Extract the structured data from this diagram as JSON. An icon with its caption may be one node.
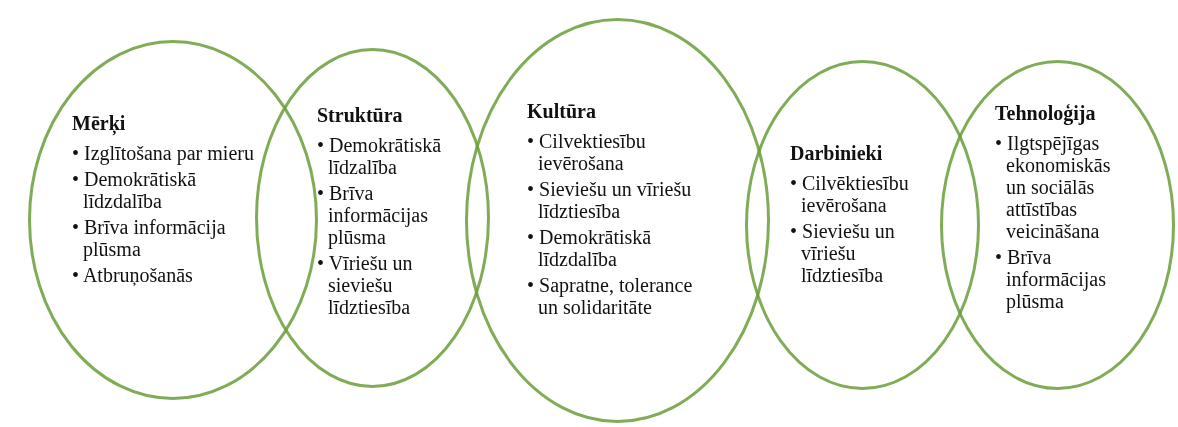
{
  "diagram": {
    "nodes": [
      {
        "text": [
          "Mērķi",
          "• Izglītošana par mieru",
          "• Demokrātiskā līdzdalība",
          "• Brīva informācija plūsma",
          "• Atbruņošanās"
        ]
      },
      {
        "text": [
          "Struktūra",
          "• Demokrātiskā līdzalība",
          "• Brīva informācijas plūsma",
          "• Vīriešu un sieviešu līdztiesība"
        ]
      },
      {
        "text": [
          "Kultūra",
          "• Cilvektiesību ievērošana",
          "• Sieviešu un vīriešu līdztiesība",
          "• Demokrātiskā līdzdalība",
          "• Sapratne, tolerance un solidaritāte"
        ]
      },
      {
        "text": [
          "Darbinieki",
          "• Cilvēktiesību ievērošana",
          "• Sieviešu un vīriešu līdztiesība"
        ]
      },
      {
        "text": [
          "Tehnoloģija",
          "• Ilgtspējīgas ekonomiskās un sociālās attīstības veicināšana",
          "• Brīva informācijas plūsma"
        ]
      }
    ]
  }
}
